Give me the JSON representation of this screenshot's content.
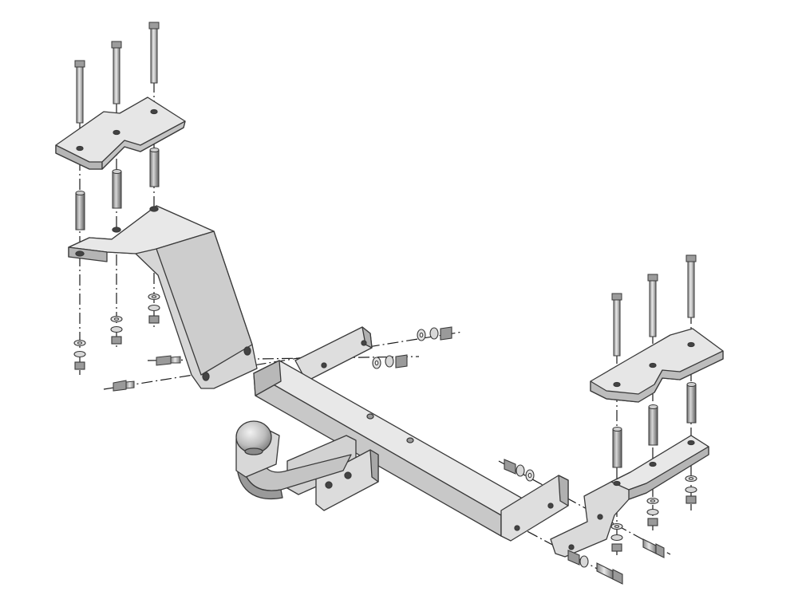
{
  "diagram": {
    "kind": "exploded-assembly",
    "subject": "tow hitch",
    "background_color": "#ffffff",
    "part_fill_light": "#e6e6e6",
    "part_fill_mid": "#cfcfcf",
    "part_fill_dark": "#a9a9a9",
    "outline_color": "#3a3a3a",
    "centerline_color": "#1a1a1a",
    "parts": [
      "left-upper-plate",
      "left-side-bracket",
      "right-upper-plate",
      "right-side-bracket",
      "crossbar-beam",
      "left-beam-flange",
      "right-beam-flange",
      "tow-ball-neck",
      "tow-ball",
      "ball-mount-plate",
      "bolts",
      "spacer-sleeves",
      "washers",
      "nuts"
    ]
  }
}
